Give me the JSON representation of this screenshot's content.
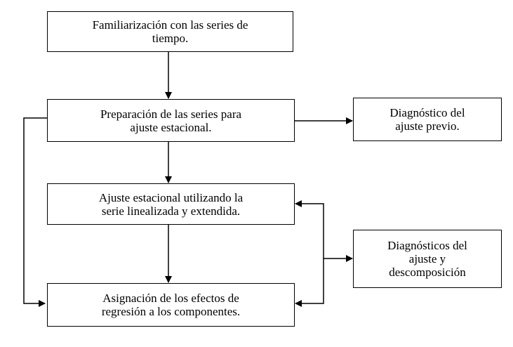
{
  "diagram": {
    "nodes": [
      {
        "id": "familiarizacion",
        "label": "Familiarización con las series de\ntiempo."
      },
      {
        "id": "preparacion",
        "label": "Preparación de las series para\najuste estacional."
      },
      {
        "id": "diagnostico_previo",
        "label": "Diagnóstico del\najuste previo."
      },
      {
        "id": "ajuste_estacional",
        "label": "Ajuste estacional utilizando la\nserie linealizada y extendida."
      },
      {
        "id": "diagnosticos_ajuste",
        "label": "Diagnósticos del\najuste y\ndescomposición"
      },
      {
        "id": "asignacion",
        "label": "Asignación de los efectos de\nregresión a los componentes."
      }
    ],
    "edges": [
      {
        "from": "familiarizacion",
        "to": "preparacion"
      },
      {
        "from": "preparacion",
        "to": "ajuste_estacional"
      },
      {
        "from": "ajuste_estacional",
        "to": "asignacion"
      },
      {
        "from": "preparacion",
        "to": "diagnostico_previo",
        "bidirectional": true
      },
      {
        "from": "preparacion",
        "to": "asignacion"
      },
      {
        "from": "diagnosticos_ajuste",
        "to": "ajuste_estacional"
      },
      {
        "from": "diagnosticos_ajuste",
        "to": "asignacion"
      }
    ]
  }
}
